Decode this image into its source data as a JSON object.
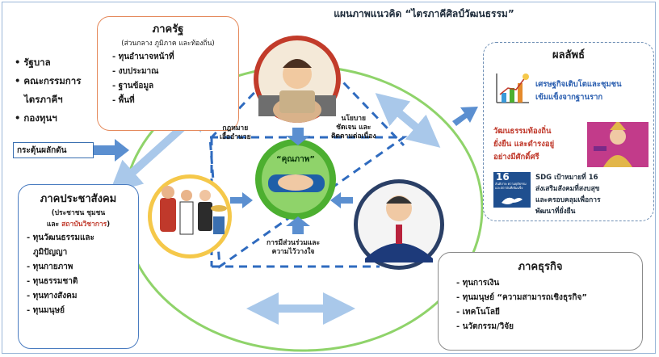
{
  "title": "แผนภาพแนวคิด “ไตรภาคีศิลป์วัฒนธรรม”",
  "government_list": [
    "• รัฐบาล",
    "• คณะกรรมการ",
    "ไตรภาคีฯ",
    "• กองทุนฯ"
  ],
  "stimulus_label": "กระตุ้นผลักดัน",
  "state_sector": {
    "title": "ภาครัฐ",
    "subtitle": "(ส่วนกลาง ภูมิภาค และท้องถิ่น)",
    "items": [
      "- ทุนอำนาจหน้าที่",
      "- งบประมาณ",
      "- ฐานข้อมูล",
      "- พื้นที่"
    ]
  },
  "civil_sector": {
    "title": "ภาคประชาสังคม",
    "subtitle_line1": "(ประชาชน ชุมชน",
    "subtitle_and": "และ",
    "subtitle_academic": "สถาบันวิชาการ",
    "subtitle_close": ")",
    "items": [
      "- ทุนวัฒนธรรมและ",
      "ภูมิปัญญา",
      "- ทุนกายภาพ",
      "- ทุนธรรมชาติ",
      "- ทุนทางสังคม",
      "- ทุนมนุษย์"
    ]
  },
  "business_sector": {
    "title": "ภาคธุรกิจ",
    "items": [
      "- ทุนการเงิน",
      "- ทุนมนุษย์ “ความสามารถเชิงธุรกิจ”",
      "- เทคโนโลยี",
      "- นวัตกรรม/วิจัย"
    ]
  },
  "outcomes": {
    "title": "ผลลัพธ์",
    "item1": [
      "เศรษฐกิจเติบโตและชุมชน",
      "เข้มแข็งจากฐานราก"
    ],
    "item2": [
      "วัฒนธรรมท้องถิ่น",
      "ยั่งยืน และดำรงอยู่",
      "อย่างมีศักดิ์ศรี"
    ],
    "item3": [
      "SDG เป้าหมายที่ 16",
      "ส่งเสริมสังคมที่สงบสุข",
      "และครอบคลุมเพื่อการ",
      "พัฒนาที่ยั่งยืน"
    ],
    "sdg_number": "16",
    "sdg_text": "สันติภาพ ความยุติธรรม และสถาบันที่เข้มแข็ง"
  },
  "center": {
    "quality_label": "“คุณภาพ”",
    "law_label": [
      "กฎหมาย",
      "เอื้ออำนวย"
    ],
    "policy_label": [
      "นโยบาย",
      "ชัดเจน และ",
      "ติดตามต่อเนื่อง"
    ],
    "participation_label": [
      "การมีส่วนร่วมและ",
      "ความไว้วางใจ"
    ]
  },
  "colors": {
    "circle": "#8fd36a",
    "arrow": "#5b8fd0",
    "arrow_light": "#a9c8ea",
    "dashed": "#2f6bbf",
    "quality_green": "#4caf30",
    "state_border": "#e58a5c"
  }
}
